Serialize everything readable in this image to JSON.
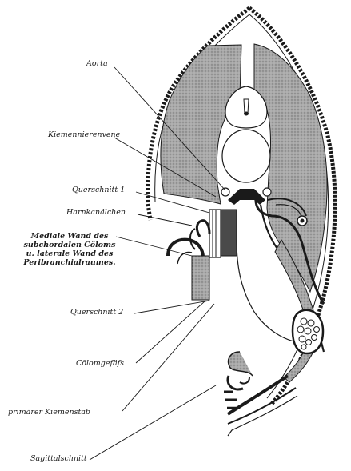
{
  "labels": {
    "aorta": "Aorta",
    "kiemennierenvene": "Kiemennierenvene",
    "querschnitt_1": "Querschnitt 1",
    "harnkanalchen": "Harnkanälchen",
    "mediale_wand": [
      "Mediale Wand des",
      "subchordalen Cöloms",
      "u. laterale Wand des",
      "Peribranchialraumes."
    ],
    "querschnitt_2": "Querschnitt 2",
    "colomgefass": "Cölomgefäfs",
    "primarer_kiemenstab": "primärer Kiemenstab",
    "sagittalschnitt": "Sagittalschnitt"
  },
  "colors": {
    "ink": "#1a1a1a",
    "stipple_fill": "#9a9a9a",
    "dark_fill": "#4a4a4a",
    "background": "#ffffff"
  }
}
